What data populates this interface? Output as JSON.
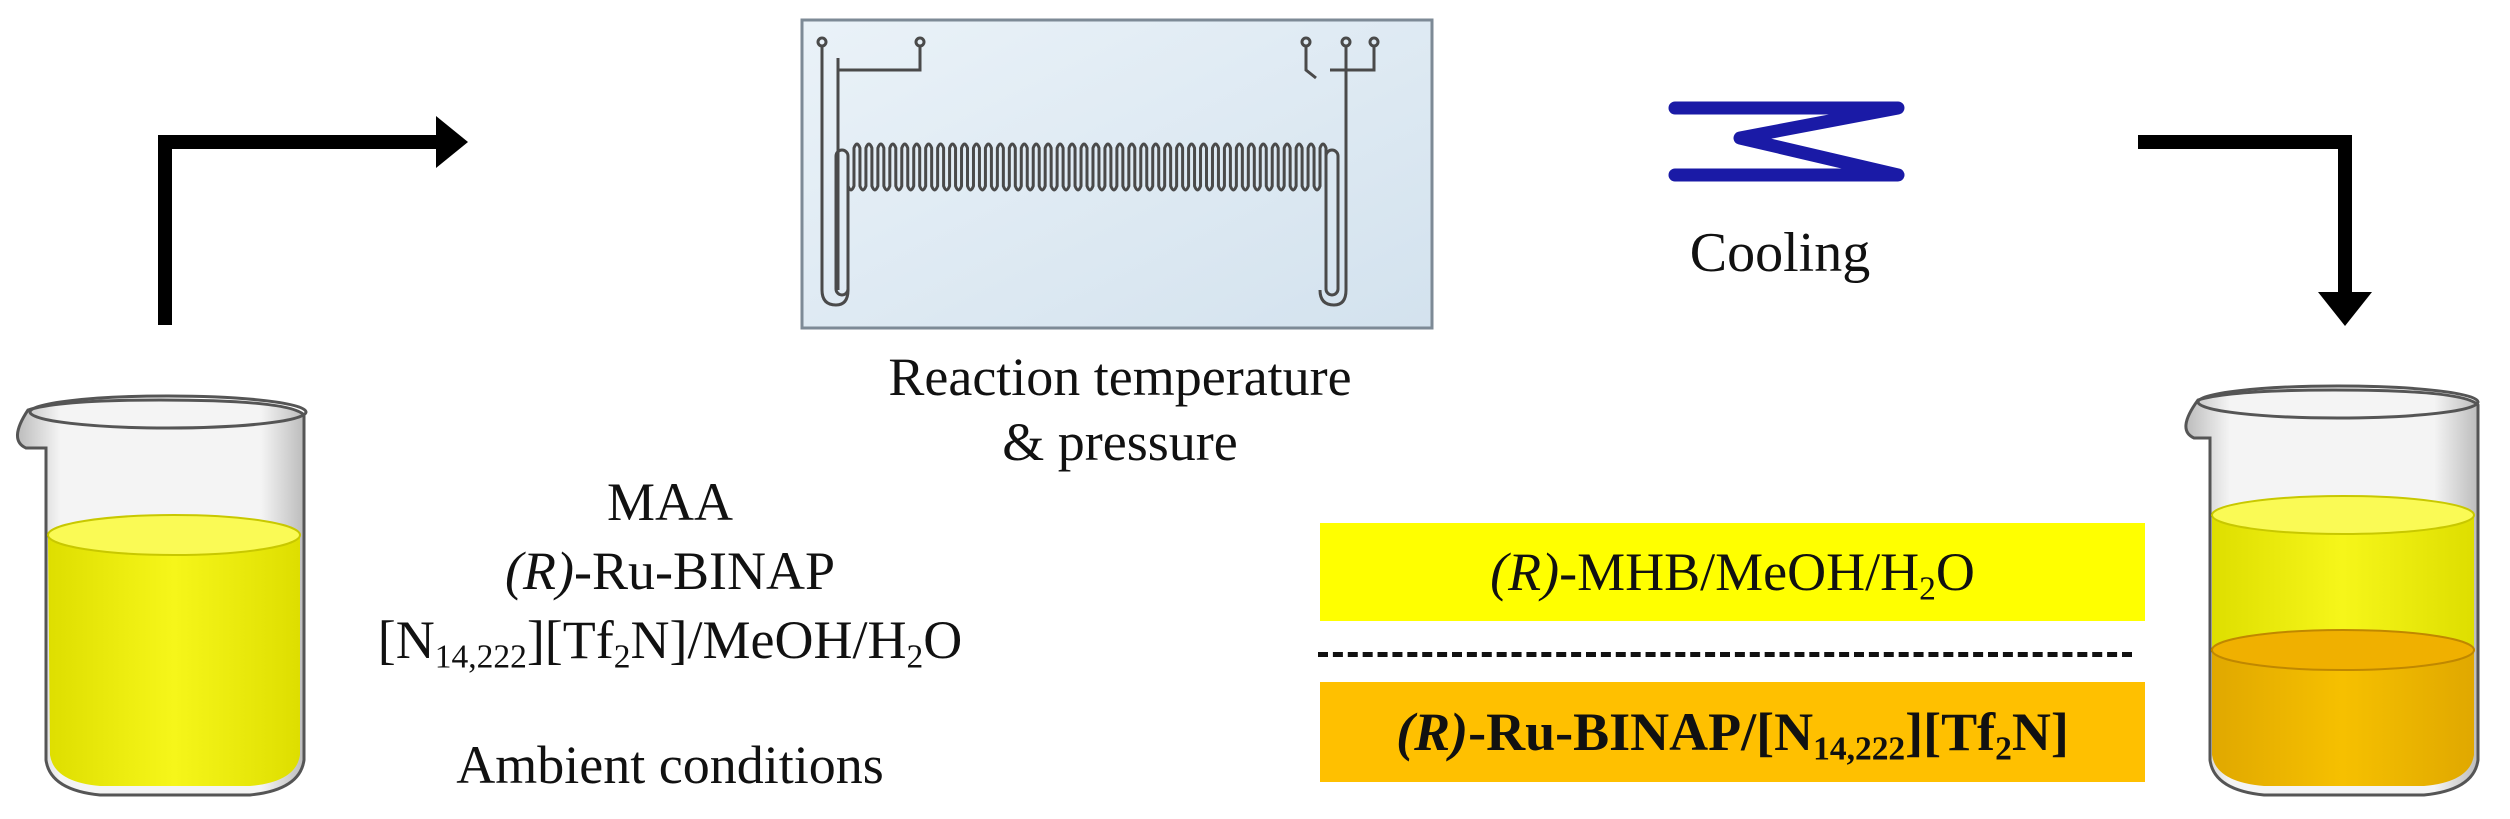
{
  "reactor": {
    "caption_line1": "Reaction temperature",
    "caption_line2": "& pressure"
  },
  "cooling": {
    "label": "Cooling",
    "symbol_color": "#1a1aa6"
  },
  "feed": {
    "line1": "MAA",
    "line2_prefix": "(R)",
    "line2_rest": "-Ru-BINAP",
    "line3_a": "[N",
    "line3_sub1": "14,222",
    "line3_b": "][Tf",
    "line3_sub2": "2",
    "line3_c": "N]/MeOH/H",
    "line3_sub3": "2",
    "line3_d": "O",
    "line4": "Ambient conditions"
  },
  "product_phase": {
    "prefix": "(R)",
    "a": "-MHB/MeOH/H",
    "sub": "2",
    "b": "O",
    "color": "#ffff00"
  },
  "catalyst_phase": {
    "prefix": "(R)",
    "a": "-Ru-BINAP/[N",
    "sub1": "14,222",
    "b": "][Tf",
    "sub2": "2",
    "c": "N]",
    "color": "#ffc000"
  },
  "colors": {
    "beaker_liquid_yellow": "#f0f000",
    "beaker_liquid_orange": "#f2b800",
    "arrow": "#000000",
    "reactor_frame": "#dfeaf3"
  }
}
